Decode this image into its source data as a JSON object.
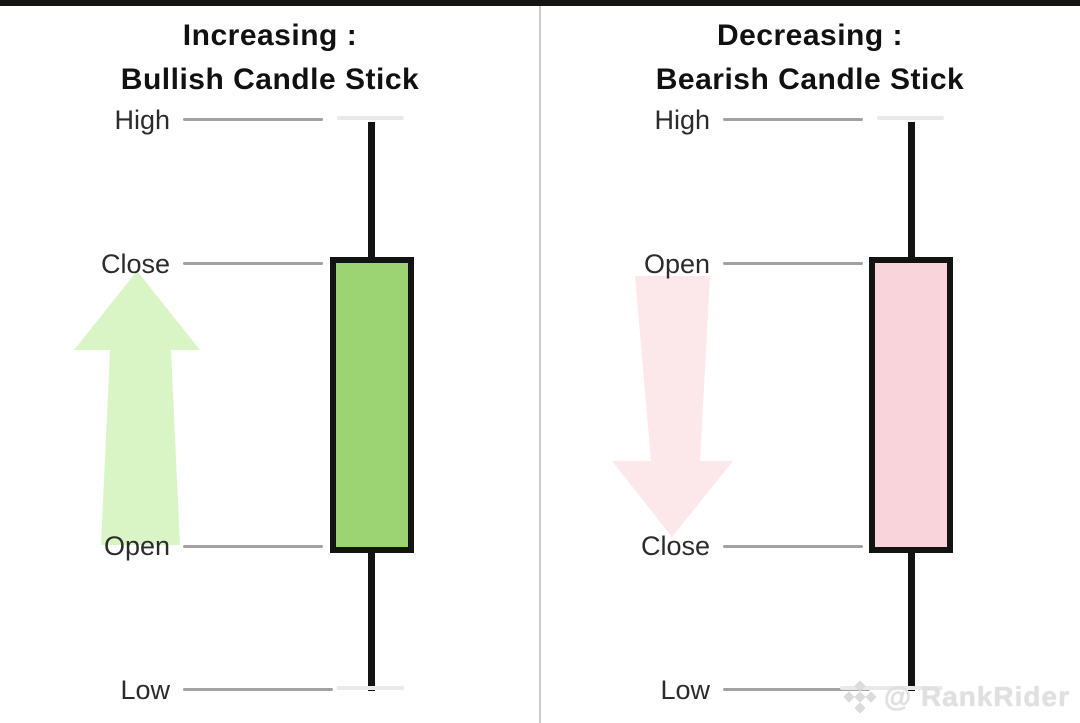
{
  "page": {
    "background": "#ffffff",
    "top_bar_color": "#171513",
    "divider_color": "#c9c9c9"
  },
  "panels": [
    {
      "id": "bullish",
      "title_line1": "Increasing :",
      "title_line2": "Bullish Candle Stick",
      "labels": {
        "high": "High",
        "body_top": "Close",
        "body_bottom": "Open",
        "low": "Low"
      },
      "candle": {
        "type": "bullish",
        "body_color": "#9cd373",
        "outline_color": "#131313"
      },
      "arrow": {
        "direction": "up",
        "color": "#d9f5c5"
      }
    },
    {
      "id": "bearish",
      "title_line1": "Decreasing :",
      "title_line2": "Bearish Candle Stick",
      "labels": {
        "high": "High",
        "body_top": "Open",
        "body_bottom": "Close",
        "low": "Low"
      },
      "candle": {
        "type": "bearish",
        "body_color": "#f9d4da",
        "outline_color": "#131313"
      },
      "arrow": {
        "direction": "down",
        "color": "#fce8ea"
      }
    }
  ],
  "watermark": {
    "icon": "diamond-logo",
    "text": "@ RankRider"
  }
}
